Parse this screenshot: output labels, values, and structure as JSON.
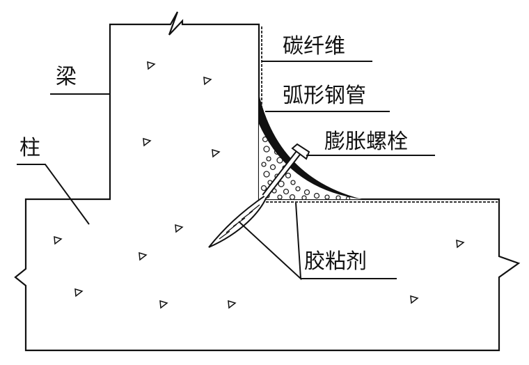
{
  "labels": {
    "beam": "梁",
    "column": "柱",
    "carbon_fiber": "碳纤维",
    "arc_steel_pipe": "弧形钢管",
    "expansion_bolt": "膨胀螺栓",
    "adhesive": "胶粘剂"
  },
  "colors": {
    "line": "#111111",
    "fill_dark": "#111111",
    "background": "#ffffff"
  }
}
